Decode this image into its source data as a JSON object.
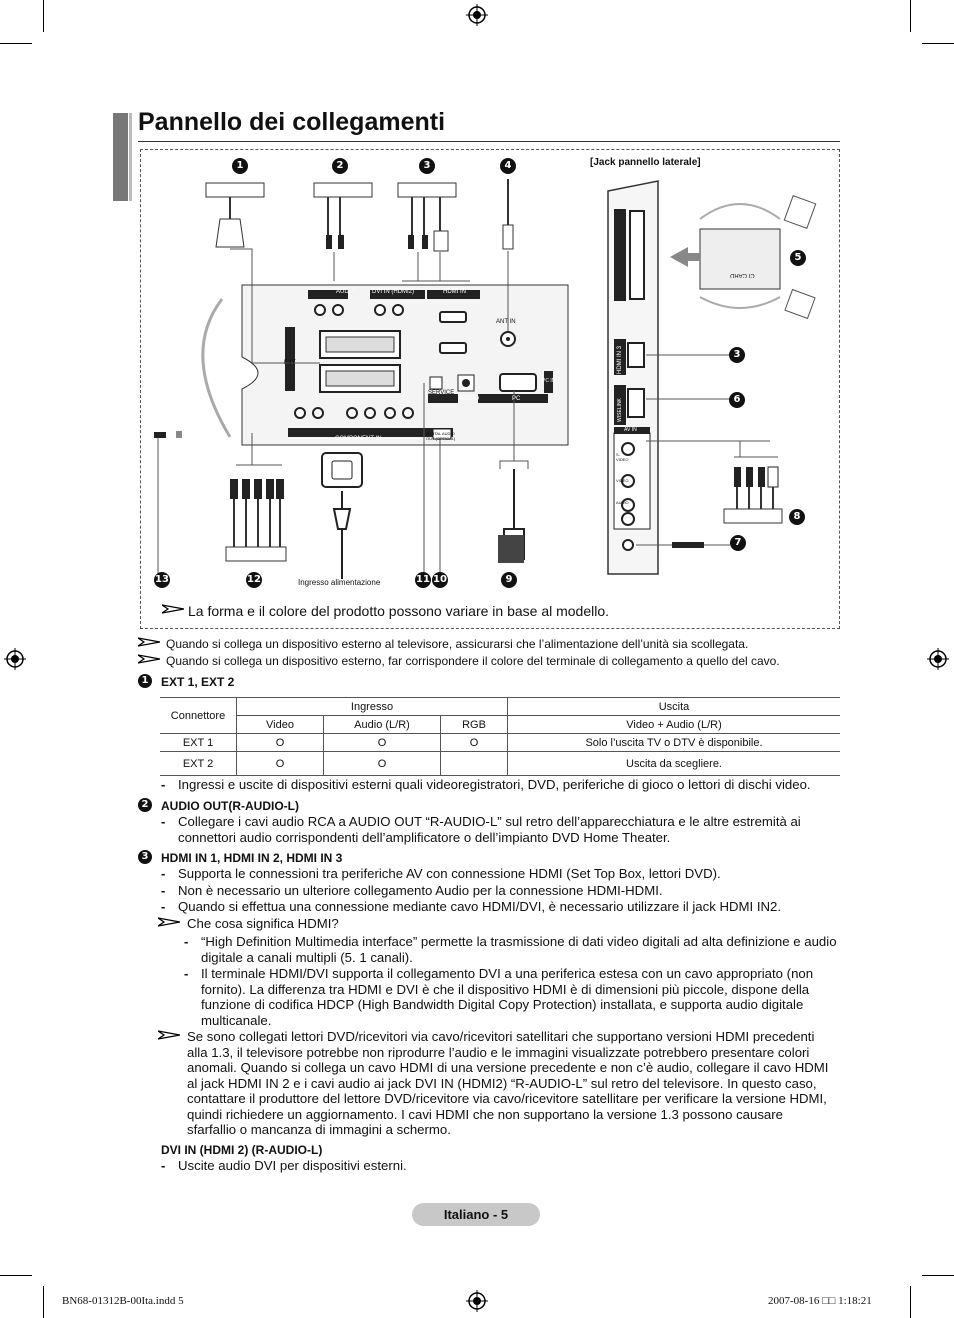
{
  "title": "Pannello dei collegamenti",
  "diagram": {
    "side_jack_label": "[Jack pannello laterale]",
    "numbers": [
      "1",
      "2",
      "3",
      "4",
      "5",
      "3",
      "6",
      "7",
      "8",
      "9",
      "10",
      "11",
      "12",
      "13"
    ],
    "power_label": "Ingresso alimentazione",
    "main_note": "La forma e il colore del prodotto possono variare in base al modello.",
    "panel_labels": {
      "audio_out": "AUDIO",
      "dvi": "DVI IN (HDMI2)",
      "hdmi": "HDMI IN",
      "ant": "ANT IN",
      "ext": "EXT",
      "service": "SERVICE",
      "pc": "PC",
      "pc_in": "PC IN",
      "audio_pc": "AUDIO",
      "component": "COMPONENT IN",
      "optical": "DIGITAL AUDIO OUT (OPTICAL)",
      "common_interface": "COMMON INTERFACE",
      "hdmi_in3": "HDMI IN 3",
      "wiselink": "WISELINK",
      "av_in": "AV IN",
      "svideo": "S-VIDEO",
      "video": "VIDEO",
      "audio": "AUDIO",
      "ci_card": "CI CARD"
    }
  },
  "notes": [
    "Quando si collega un dispositivo esterno al televisore, assicurarsi che l’alimentazione dell’unità  sia scollegata.",
    "Quando si collega un dispositivo esterno, far corrispondere il colore del terminale di collegamento a quello del cavo."
  ],
  "sections": {
    "ext": {
      "number": "1",
      "heading": "EXT 1, EXT 2",
      "table": {
        "connettore": "Connettore",
        "ingresso": "Ingresso",
        "uscita": "Uscita",
        "subheaders": [
          "Video",
          "Audio (L/R)",
          "RGB",
          "Video + Audio (L/R)"
        ],
        "rows": [
          [
            "EXT 1",
            "O",
            "O",
            "O",
            "Solo l’uscita TV o DTV è disponibile."
          ],
          [
            "EXT 2",
            "O",
            "O",
            "",
            "Uscita da scegliere."
          ]
        ]
      },
      "bullet": "Ingressi e uscite di dispositivi esterni quali videoregistratori, DVD, periferiche di gioco o lettori di dischi video."
    },
    "audio_out": {
      "number": "2",
      "heading": "AUDIO OUT(R-AUDIO-L)",
      "bullet": "Collegare i cavi audio RCA a AUDIO OUT “R-AUDIO-L”  sul retro dell’apparecchiatura e le altre estremità ai connettori audio corrispondenti dell’amplificatore o dell’impianto DVD Home Theater."
    },
    "hdmi": {
      "number": "3",
      "heading": "HDMI IN 1, HDMI IN 2, HDMI IN 3",
      "bullets": [
        "Supporta le connessioni tra periferiche AV con connessione HDMI (Set Top Box, lettori DVD).",
        "Non è necessario un ulteriore collegamento Audio per la connessione HDMI-HDMI.",
        "Quando si effettua una connessione mediante cavo HDMI/DVI, è necessario utilizzare il jack HDMI IN2."
      ],
      "note_q": "Che cosa significa HDMI?",
      "sub_bullets": [
        "“High Definition Multimedia interface” permette la trasmissione di dati video digitali ad alta definizione e audio digitale a canali multipli (5. 1 canali).",
        "Il terminale HDMI/DVI supporta il collegamento DVI a una periferica estesa con un cavo appropriato (non fornito). La differenza tra HDMI e DVI è che il dispositivo HDMI è di dimensioni più piccole, dispone della funzione di codifica HDCP (High Bandwidth Digital Copy Protection) installata, e supporta audio digitale multicanale."
      ],
      "note_long": "Se sono collegati lettori DVD/ricevitori via cavo/ricevitori satellitari che supportano versioni HDMI precedenti alla 1.3, il televisore potrebbe non riprodurre l’audio e le immagini visualizzate potrebbero presentare colori anomali. Quando si collega un cavo HDMI di una versione precedente e non c’è audio, collegare il cavo HDMI al jack HDMI IN 2 e i cavi audio ai jack DVI IN (HDMI2) “R-AUDIO-L” sul retro del televisore. In questo caso, contattare il produttore del lettore DVD/ricevitore via cavo/ricevitore satellitare per verificare la versione HDMI, quindi richiedere un aggiornamento. I cavi HDMI che non supportano la versione 1.3 possono causare sfarfallio o mancanza di immagini a schermo."
    },
    "dvi": {
      "heading": "DVI IN (HDMI 2) (R-AUDIO-L)",
      "bullet": "Uscite audio DVI per dispositivi esterni."
    }
  },
  "footer": {
    "page": "Italiano - 5",
    "file": "BN68-01312B-00Ita.indd   5",
    "date": "2007-08-16   □□ 1:18:21"
  }
}
